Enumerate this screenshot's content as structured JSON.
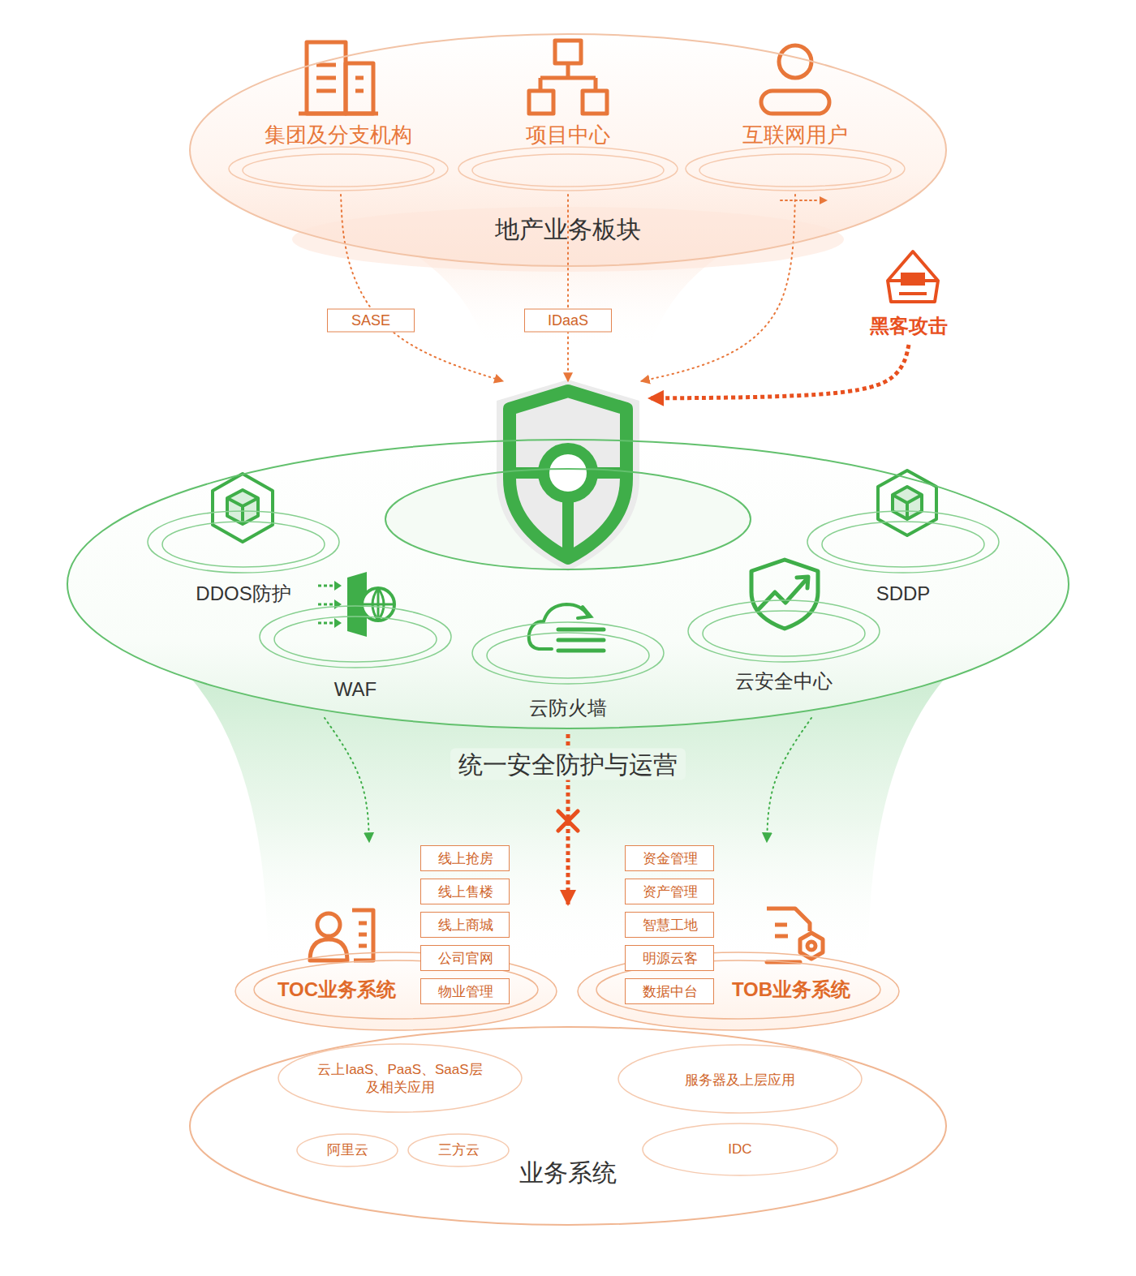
{
  "diagram": {
    "nodes": [
      {
        "text": [
          "地产业务板块"
        ]
      },
      {
        "text": [
          "集团及分支机构"
        ],
        "in": 0
      },
      {
        "text": [
          "项目中心"
        ],
        "in": 0
      },
      {
        "text": [
          "互联网用户"
        ],
        "in": 0
      },
      {
        "text": [
          "黑客攻击"
        ]
      },
      {
        "text": [
          "统一安全防护与运营"
        ]
      },
      {
        "text": [
          "DDOS防护"
        ],
        "in": 5
      },
      {
        "text": [
          "SDDP"
        ],
        "in": 5
      },
      {
        "text": [
          "WAF"
        ],
        "in": 5
      },
      {
        "text": [
          "云安全中心"
        ],
        "in": 5
      },
      {
        "text": [
          "云防火墙"
        ],
        "in": 5
      },
      {
        "text": [
          "TOC业务系统"
        ]
      },
      {
        "text": [
          "线上抢房"
        ],
        "in": 11
      },
      {
        "text": [
          "线上售楼"
        ],
        "in": 11
      },
      {
        "text": [
          "线上商城"
        ],
        "in": 11
      },
      {
        "text": [
          "公司官网"
        ],
        "in": 11
      },
      {
        "text": [
          "物业管理"
        ],
        "in": 11
      },
      {
        "text": [
          "TOB业务系统"
        ]
      },
      {
        "text": [
          "资金管理"
        ],
        "in": 17
      },
      {
        "text": [
          "资产管理"
        ],
        "in": 17
      },
      {
        "text": [
          "智慧工地"
        ],
        "in": 17
      },
      {
        "text": [
          "明源云客"
        ],
        "in": 17
      },
      {
        "text": [
          "数据中台"
        ],
        "in": 17
      },
      {
        "text": [
          "业务系统"
        ]
      },
      {
        "text": [
          "云上IaaS、PaaS、SaaS层 及相关应用"
        ],
        "in": 23
      },
      {
        "text": [
          "服务器及上层应用"
        ],
        "in": 23
      },
      {
        "text": [
          "阿里云"
        ],
        "in": 23
      },
      {
        "text": [
          "三方云"
        ],
        "in": 23
      },
      {
        "text": [
          "IDC"
        ],
        "in": 23
      }
    ],
    "edges": [
      {
        "from": 1,
        "to": 5,
        "label": "SASE",
        "arrow": "to"
      },
      {
        "from": 2,
        "to": 5,
        "label": "IDaaS",
        "arrow": "to"
      },
      {
        "from": 3,
        "to": 5,
        "arrow": "to"
      },
      {
        "from": 4,
        "to": 5,
        "arrow": "to"
      },
      {
        "from": 5,
        "to": 11,
        "arrow": "to"
      },
      {
        "from": 5,
        "to": 17,
        "arrow": "to"
      },
      {
        "from": 5,
        "to": 23,
        "arrow": "to"
      }
    ]
  }
}
